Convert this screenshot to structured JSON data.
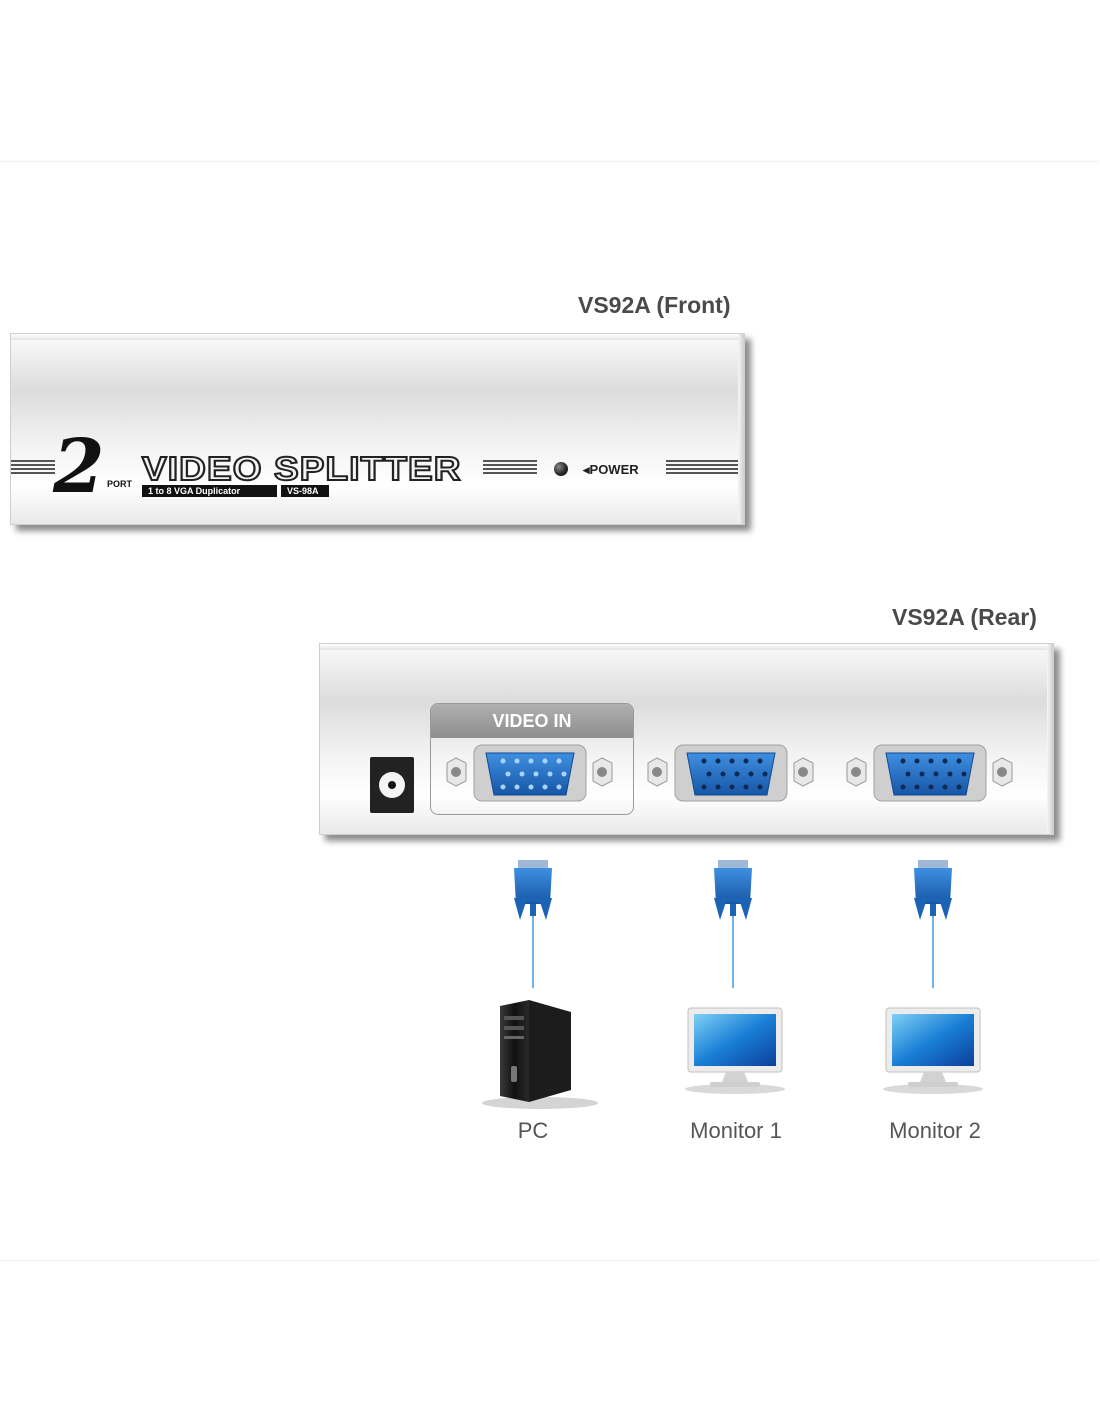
{
  "front": {
    "caption": "VS92A (Front)",
    "big_number": "2",
    "port_word": "PORT",
    "title": "VIDEO SPLITTER",
    "subtitle": "1 to 8 VGA Duplicator",
    "model_tag": "VS-98A",
    "power_label": "◂POWER"
  },
  "rear": {
    "caption": "VS92A (Rear)",
    "video_in_label": "VIDEO IN"
  },
  "devices": {
    "pc_label": "PC",
    "monitor1_label": "Monitor 1",
    "monitor2_label": "Monitor 2"
  },
  "colors": {
    "vga_blue": "#1f6fc0",
    "cable_blue": "#2a7bd0",
    "panel_silver": "#e6e6e6",
    "text_gray": "#4a4a4a"
  },
  "icons": [
    "vga-port-icon",
    "vga-cable-icon",
    "pc-tower-icon",
    "monitor-icon",
    "power-jack-icon",
    "power-led-icon"
  ]
}
